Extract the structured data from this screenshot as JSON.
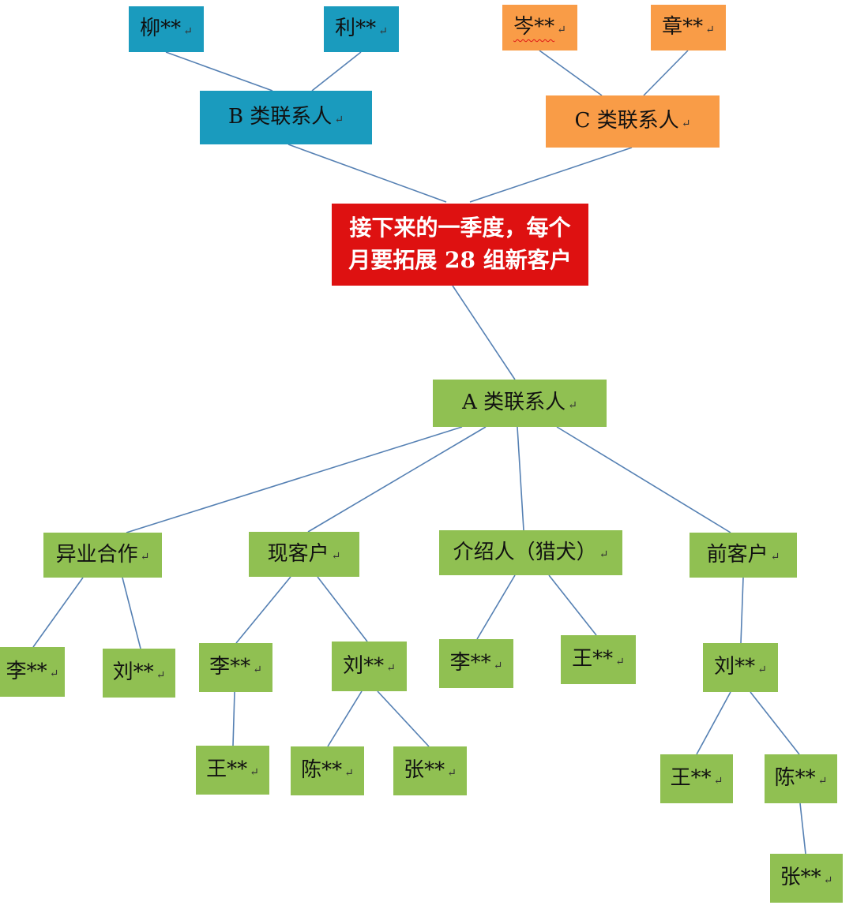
{
  "diagram": {
    "type": "flowchart",
    "description": "customer development contact tree",
    "colors": {
      "teal": "#1a9bbe",
      "orange": "#f99c47",
      "green": "#90c052",
      "red": "#de1111",
      "line": "#5580b3",
      "text": "#111111",
      "goal_text": "#ffffff"
    },
    "marks": {
      "paragraph": "↵"
    },
    "goal": {
      "line1": "接下来的一季度，每个",
      "line2": "月要拓展 28 组新客户"
    },
    "nodes": {
      "top1": {
        "label": "柳**"
      },
      "top2": {
        "label": "利**"
      },
      "top3": {
        "label": "岑**"
      },
      "top4": {
        "label": "章**"
      },
      "b": {
        "label": "B 类联系人"
      },
      "c": {
        "label": "C 类联系人"
      },
      "a": {
        "label": "A 类联系人"
      },
      "cat1": {
        "label": "异业合作"
      },
      "cat2": {
        "label": "现客户"
      },
      "cat3": {
        "label": "介绍人（猎犬）"
      },
      "cat4": {
        "label": "前客户"
      },
      "p1": {
        "label": "李**"
      },
      "p2": {
        "label": "刘**"
      },
      "p3": {
        "label": "李**"
      },
      "p4": {
        "label": "刘**"
      },
      "p5": {
        "label": "李**"
      },
      "p6": {
        "label": "王**"
      },
      "p7": {
        "label": "刘**"
      },
      "q1": {
        "label": "王**"
      },
      "q2": {
        "label": "陈**"
      },
      "q3": {
        "label": "张**"
      },
      "q4": {
        "label": "王**"
      },
      "q5": {
        "label": "陈**"
      },
      "r1": {
        "label": "张**"
      }
    },
    "edges": [
      [
        210,
        66,
        345,
        115
      ],
      [
        457,
        66,
        395,
        115
      ],
      [
        683,
        64,
        762,
        121
      ],
      [
        871,
        64,
        815,
        121
      ],
      [
        365,
        183,
        565,
        256
      ],
      [
        800,
        187,
        595,
        256
      ],
      [
        573,
        362,
        652,
        481
      ],
      [
        585,
        541,
        160,
        675
      ],
      [
        615,
        541,
        390,
        674
      ],
      [
        655,
        541,
        663,
        672
      ],
      [
        705,
        541,
        925,
        675
      ],
      [
        105,
        732,
        42,
        820
      ],
      [
        155,
        732,
        178,
        822
      ],
      [
        368,
        731,
        299,
        815
      ],
      [
        402,
        731,
        465,
        813
      ],
      [
        652,
        729,
        604,
        810
      ],
      [
        695,
        729,
        755,
        805
      ],
      [
        941,
        732,
        938,
        815
      ],
      [
        297,
        877,
        295,
        945
      ],
      [
        458,
        876,
        415,
        946
      ],
      [
        478,
        876,
        543,
        946
      ],
      [
        925,
        877,
        882,
        956
      ],
      [
        950,
        877,
        1012,
        956
      ],
      [
        1013,
        1018,
        1020,
        1082
      ]
    ]
  }
}
